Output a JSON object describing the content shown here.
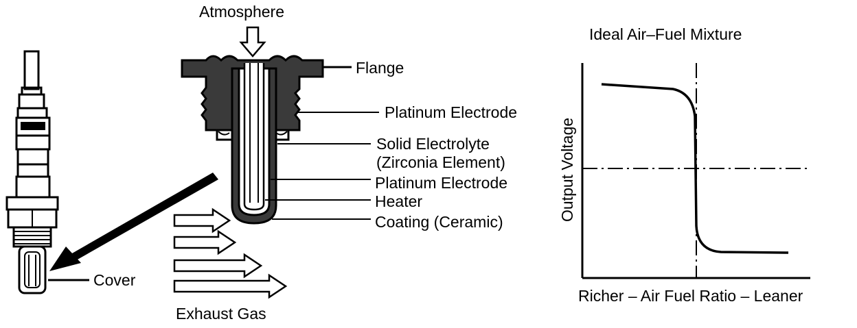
{
  "sensor": {
    "cover_label": "Cover"
  },
  "cross_section": {
    "atmosphere_label": "Atmosphere",
    "flange_label": "Flange",
    "platinum_electrode_outer_label": "Platinum Electrode",
    "solid_electrolyte_label_line1": "Solid Electrolyte",
    "solid_electrolyte_label_line2": "(Zirconia Element)",
    "platinum_electrode_inner_label": "Platinum Electrode",
    "heater_label": "Heater",
    "coating_label": "Coating (Ceramic)",
    "exhaust_label": "Exhaust Gas"
  },
  "chart": {
    "title": "Ideal Air–Fuel Mixture",
    "ylabel": "Output Voltage",
    "xlabel": "Richer – Air Fuel Ratio – Leaner"
  },
  "colors": {
    "ink": "#000000",
    "hatch": "#3a3a3a",
    "background": "#ffffff"
  }
}
